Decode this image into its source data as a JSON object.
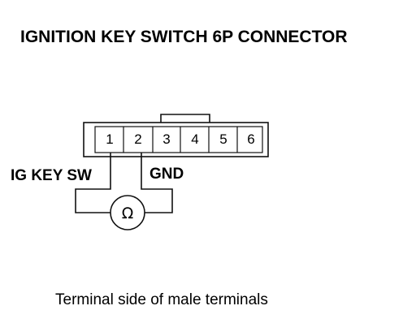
{
  "title": "IGNITION KEY SWITCH 6P CONNECTOR",
  "connector": {
    "pins": [
      "1",
      "2",
      "3",
      "4",
      "5",
      "6"
    ]
  },
  "labels": {
    "ig_key_sw": "IG KEY SW",
    "gnd": "GND"
  },
  "meter": {
    "symbol": "Ω",
    "icon": "ohmmeter-icon"
  },
  "caption": "Terminal side of male terminals"
}
